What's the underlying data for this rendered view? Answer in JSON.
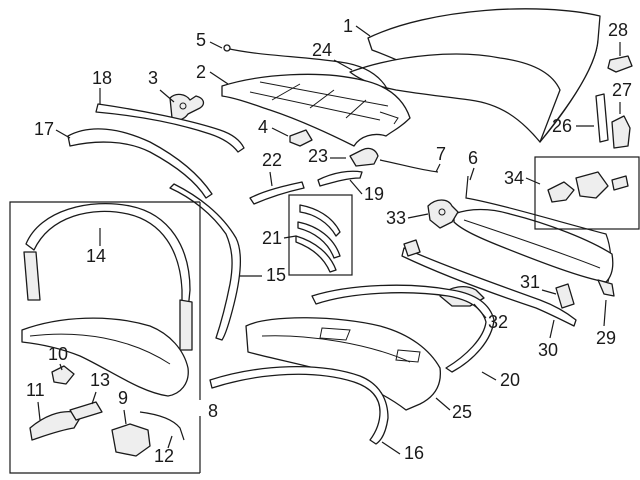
{
  "callouts": [
    {
      "id": "c1",
      "label": "1"
    },
    {
      "id": "c2",
      "label": "2"
    },
    {
      "id": "c3",
      "label": "3"
    },
    {
      "id": "c4",
      "label": "4"
    },
    {
      "id": "c5",
      "label": "5"
    },
    {
      "id": "c6",
      "label": "6"
    },
    {
      "id": "c7",
      "label": "7"
    },
    {
      "id": "c8",
      "label": "8"
    },
    {
      "id": "c9",
      "label": "9"
    },
    {
      "id": "c10",
      "label": "10"
    },
    {
      "id": "c11",
      "label": "11"
    },
    {
      "id": "c12",
      "label": "12"
    },
    {
      "id": "c13",
      "label": "13"
    },
    {
      "id": "c14",
      "label": "14"
    },
    {
      "id": "c15",
      "label": "15"
    },
    {
      "id": "c16",
      "label": "16"
    },
    {
      "id": "c17",
      "label": "17"
    },
    {
      "id": "c18",
      "label": "18"
    },
    {
      "id": "c19",
      "label": "19"
    },
    {
      "id": "c20",
      "label": "20"
    },
    {
      "id": "c21",
      "label": "21"
    },
    {
      "id": "c22",
      "label": "22"
    },
    {
      "id": "c23",
      "label": "23"
    },
    {
      "id": "c24",
      "label": "24"
    },
    {
      "id": "c25",
      "label": "25"
    },
    {
      "id": "c26",
      "label": "26"
    },
    {
      "id": "c27",
      "label": "27"
    },
    {
      "id": "c28",
      "label": "28"
    },
    {
      "id": "c29",
      "label": "29"
    },
    {
      "id": "c30",
      "label": "30"
    },
    {
      "id": "c31",
      "label": "31"
    },
    {
      "id": "c32",
      "label": "32"
    },
    {
      "id": "c33",
      "label": "33"
    },
    {
      "id": "c34",
      "label": "34"
    }
  ]
}
